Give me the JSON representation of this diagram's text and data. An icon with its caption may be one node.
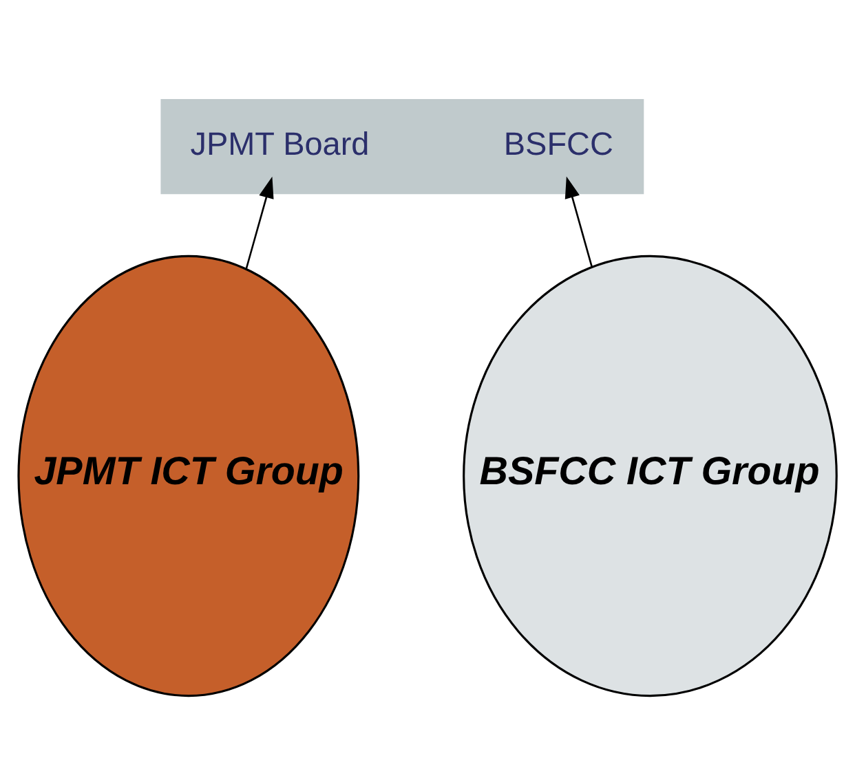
{
  "diagram": {
    "nodes": [
      {
        "text": [],
        "shape": "bar"
      },
      {
        "text": [
          "JPMT Board"
        ],
        "in": 0
      },
      {
        "text": [
          "BSFCC"
        ],
        "in": 0
      },
      {
        "text": [
          "JPMT ICT Group"
        ]
      },
      {
        "text": [
          "BSFCC ICT Group"
        ]
      }
    ],
    "edges": [
      {
        "from": 3,
        "to": 1,
        "arrow": "to"
      },
      {
        "from": 4,
        "to": 2,
        "arrow": "to"
      }
    ]
  }
}
